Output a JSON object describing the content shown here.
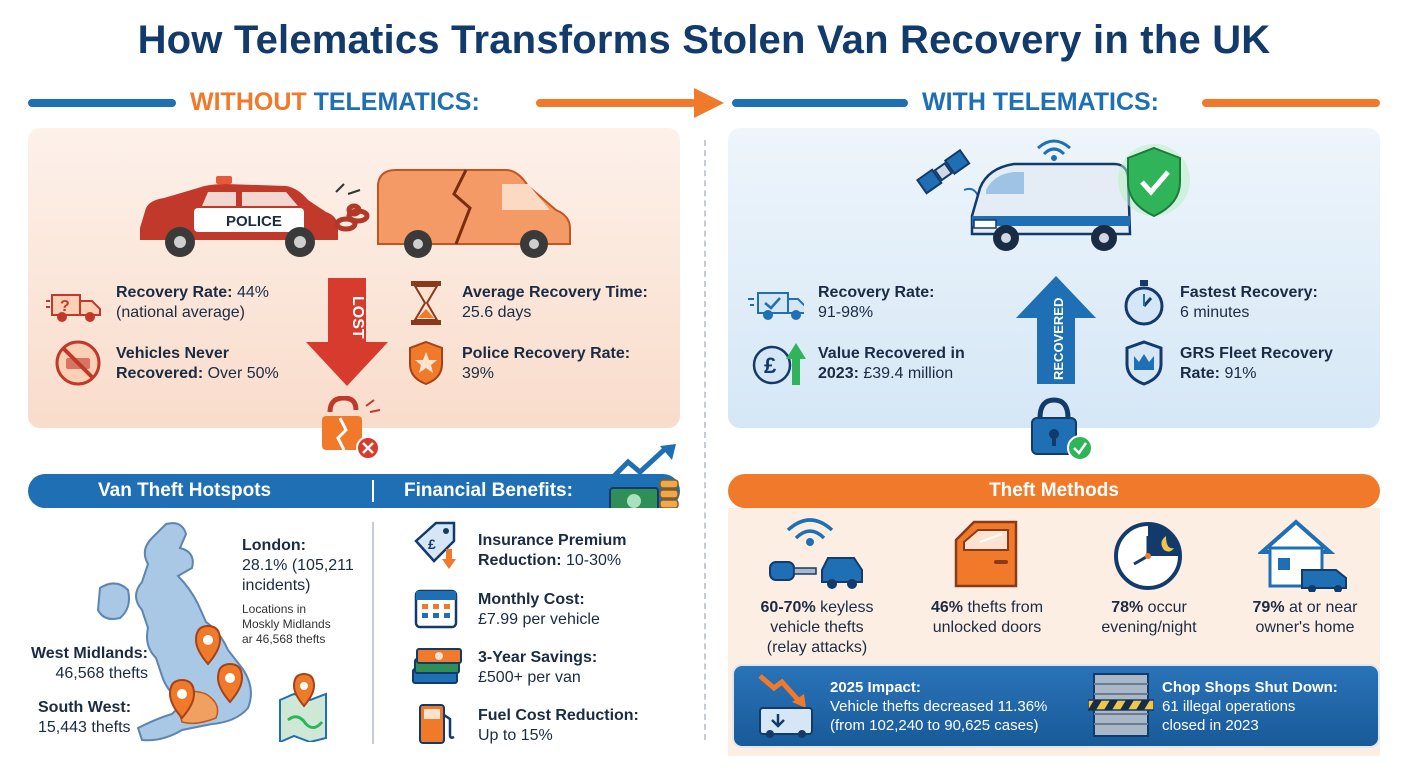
{
  "title": "How Telematics Transforms Stolen Van Recovery in the UK",
  "without": {
    "heading_a": "WITHOUT",
    "heading_b": "TELEMATICS:",
    "police_label": "POLICE",
    "lost_label": "LOST",
    "stats": [
      {
        "bold": "Recovery Rate:",
        "text": " 44%",
        "line2": "(national average)",
        "icon": "van-question-icon"
      },
      {
        "bold": "Vehicles Never",
        "line2_bold": "Recovered:",
        "line2": " Over 50%",
        "icon": "no-van-icon"
      },
      {
        "bold": "Average Recovery Time:",
        "line2": "25.6 days",
        "icon": "hourglass-icon"
      },
      {
        "bold": "Police Recovery Rate:",
        "line2": "39%",
        "icon": "police-badge-icon"
      }
    ]
  },
  "with": {
    "heading": "WITH TELEMATICS:",
    "recovered_label": "RECOVERED",
    "stats": [
      {
        "bold": "Recovery Rate:",
        "line2": "91-98%",
        "icon": "van-check-icon"
      },
      {
        "bold": "Value Recovered in",
        "line2_bold": "2023:",
        "line2": " £39.4 million",
        "icon": "pound-arrow-icon"
      },
      {
        "bold": "Fastest Recovery:",
        "line2": "6 minutes",
        "icon": "stopwatch-icon"
      },
      {
        "bold": "GRS Fleet Recovery",
        "line2_bold": "Rate:",
        "line2": " 91%",
        "icon": "crown-shield-icon"
      }
    ]
  },
  "hotspots": {
    "heading": "Van Theft Hotspots",
    "london_title": "London:",
    "london_line1": "28.1% (105,211",
    "london_line2": "incidents)",
    "locations_note_1": "Locations in",
    "locations_note_2": "Moskly Midlands",
    "locations_note_3": "ar 46,568 thefts",
    "west_midlands_title": "West Midlands:",
    "west_midlands_value": "46,568 thefts",
    "south_west_title": "South West:",
    "south_west_value": "15,443 thefts"
  },
  "financial": {
    "heading": "Financial Benefits:",
    "items": [
      {
        "bold": "Insurance Premium",
        "line2_bold": "Reduction:",
        "line2": " 10-30%",
        "icon": "price-tag-icon"
      },
      {
        "bold": "Monthly Cost:",
        "line2": "£7.99 per vehicle",
        "icon": "calendar-icon"
      },
      {
        "bold": "3-Year Savings:",
        "line2": "£500+ per van",
        "icon": "cash-stack-icon"
      },
      {
        "bold": "Fuel Cost Reduction:",
        "line2": "Up to 15%",
        "icon": "fuel-pump-icon"
      }
    ]
  },
  "methods": {
    "heading": "Theft Methods",
    "items": [
      {
        "bold": "60-70%",
        "text": " keyless",
        "line2": "vehicle thefts",
        "line3": "(relay attacks)",
        "icon": "key-signal-icon"
      },
      {
        "bold": "46%",
        "text": " thefts from",
        "line2": "unlocked doors",
        "line3": "",
        "icon": "car-door-icon"
      },
      {
        "bold": "78%",
        "text": " occur",
        "line2": "evening/night",
        "line3": "",
        "icon": "clock-moon-icon"
      },
      {
        "bold": "79%",
        "text": " at or near",
        "line2": "owner's home",
        "line3": "",
        "icon": "house-van-icon"
      }
    ]
  },
  "impact": {
    "title": "2025 Impact:",
    "line1": "Vehicle thefts decreased 11.36%",
    "line2": "(from 102,240 to 90,625 cases)",
    "chop_title": "Chop Shops Shut Down:",
    "chop_line1": "61 illegal operations",
    "chop_line2": "closed in 2023"
  },
  "colors": {
    "brand_blue": "#1f6fb5",
    "accent_orange": "#f07a2a",
    "title_navy": "#123a6b",
    "police_red": "#c0392b",
    "check_green": "#2fb45a"
  }
}
